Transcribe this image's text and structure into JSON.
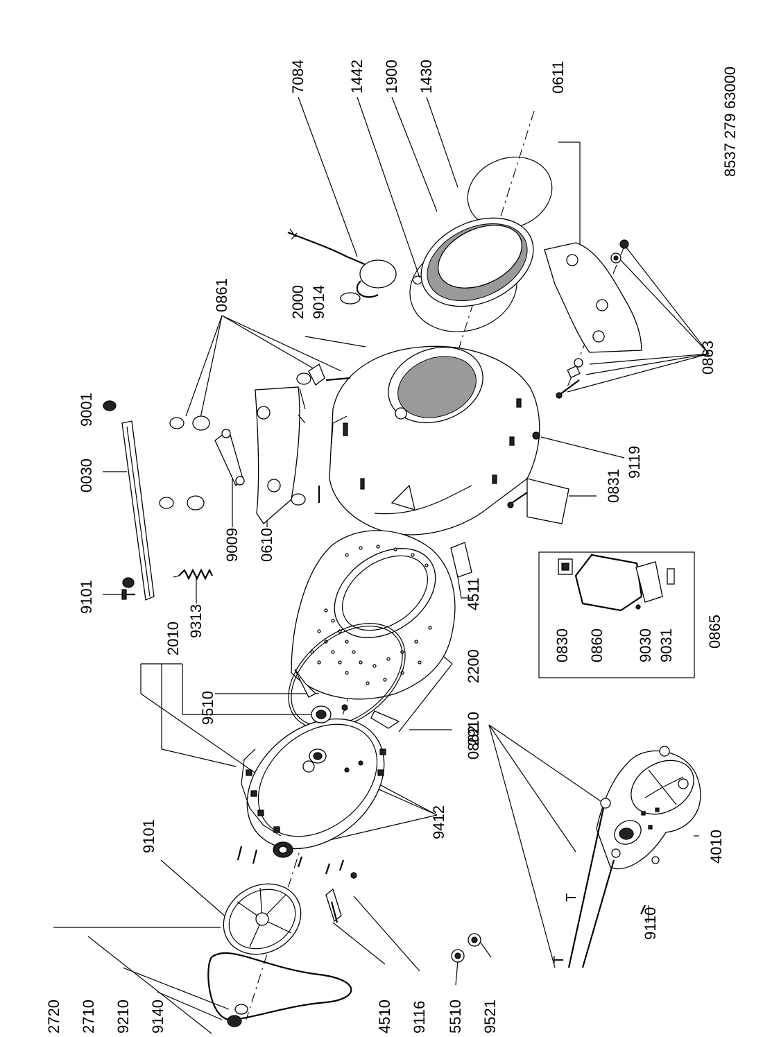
{
  "drawing_number": "8537 279 63000",
  "part_numbers": {
    "p7084": "7084",
    "p1442": "1442",
    "p1900": "1900",
    "p1430": "1430",
    "p0611": "0611",
    "p0861": "0861",
    "p2000": "2000",
    "p9014": "9014",
    "p9001": "9001",
    "p0030": "0030",
    "p9101_top": "9101",
    "p9009": "9009",
    "p0610": "0610",
    "p9313": "9313",
    "p2010": "2010",
    "p9510": "9510",
    "p0863": "0863",
    "p9119": "9119",
    "p0831": "0831",
    "p4511": "4511",
    "p0830": "0830",
    "p0860": "0860",
    "p9030": "9030",
    "p9031": "9031",
    "p0865": "0865",
    "p2200": "2200",
    "p2910": "2910",
    "p0862": "0862",
    "p9412": "9412",
    "p9101_mid": "9101",
    "p4010": "4010",
    "p9110": "9110",
    "p2720": "2720",
    "p2710": "2710",
    "p9210": "9210",
    "p9140": "9140",
    "p4510": "4510",
    "p9116": "9116",
    "p5510": "5510",
    "p9521": "9521"
  },
  "marks": {
    "t1": "T",
    "t2": "T"
  }
}
